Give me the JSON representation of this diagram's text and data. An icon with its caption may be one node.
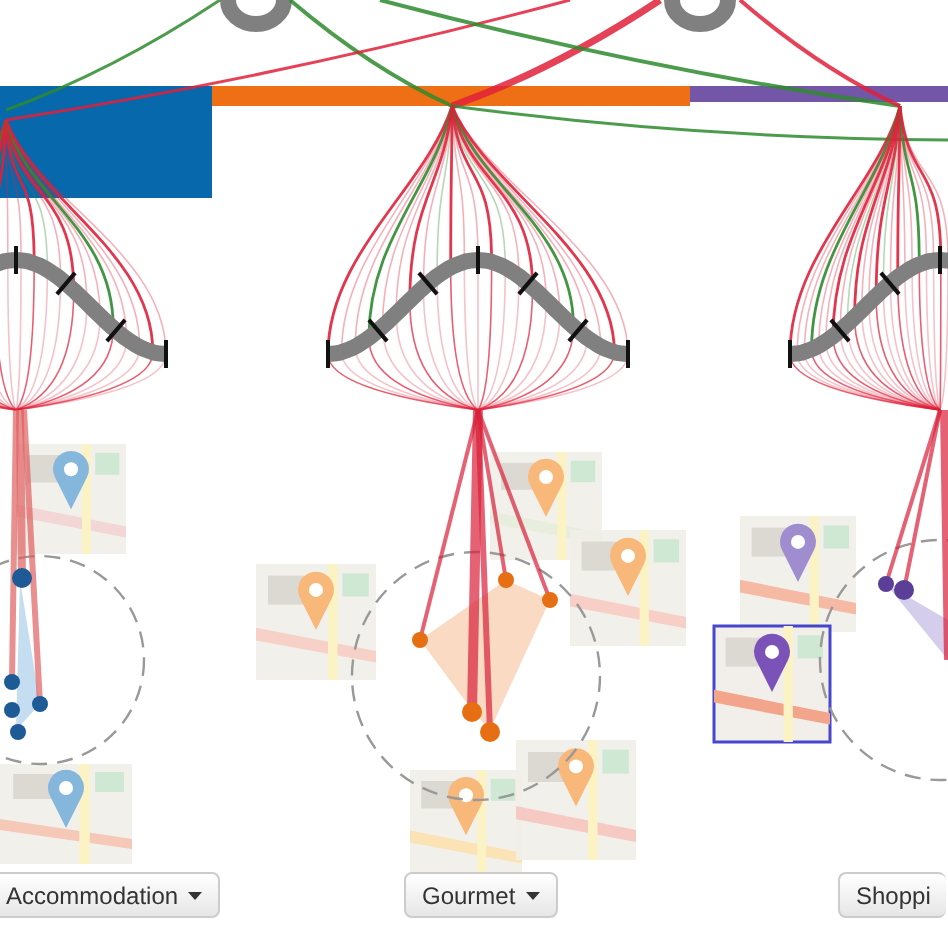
{
  "diagram": {
    "labels": [
      "Accommodation",
      "Gourmet",
      "Shoppi"
    ]
  }
}
